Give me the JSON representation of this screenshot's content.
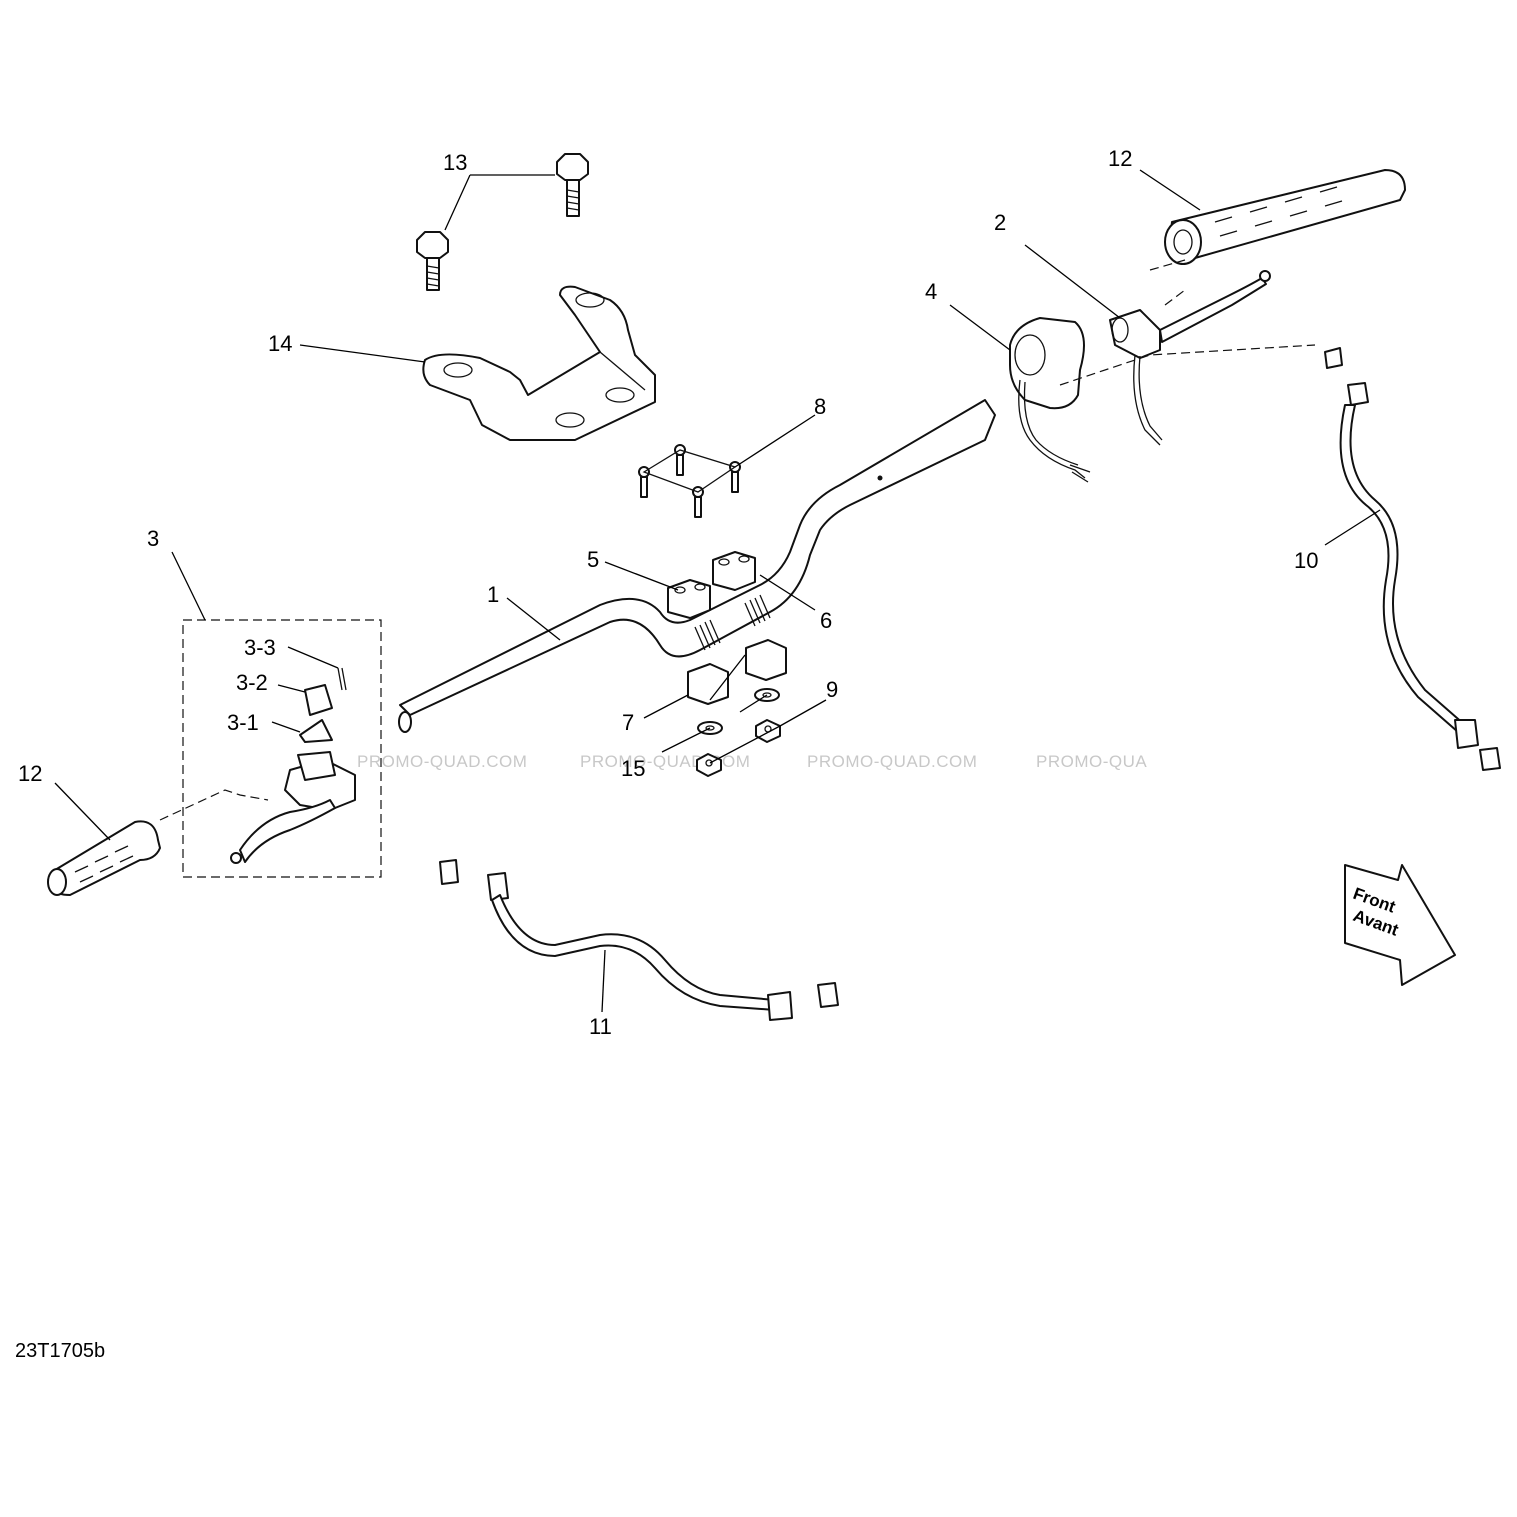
{
  "callouts": {
    "c1": "1",
    "c2": "2",
    "c3": "3",
    "c3_1": "3-1",
    "c3_2": "3-2",
    "c3_3": "3-3",
    "c4": "4",
    "c5": "5",
    "c6": "6",
    "c7": "7",
    "c8": "8",
    "c9": "9",
    "c10": "10",
    "c11": "11",
    "c12_left": "12",
    "c12_right": "12",
    "c13": "13",
    "c14": "14",
    "c15": "15"
  },
  "watermark": {
    "w1": "PROMO-QUAD.COM",
    "w2": "PROMO-QUAD.COM",
    "w3": "PROMO-QUAD.COM",
    "w4": "PROMO-QUA"
  },
  "front_arrow": {
    "line1": "Front",
    "line2": "Avant"
  },
  "drawing_code": "23T1705b"
}
